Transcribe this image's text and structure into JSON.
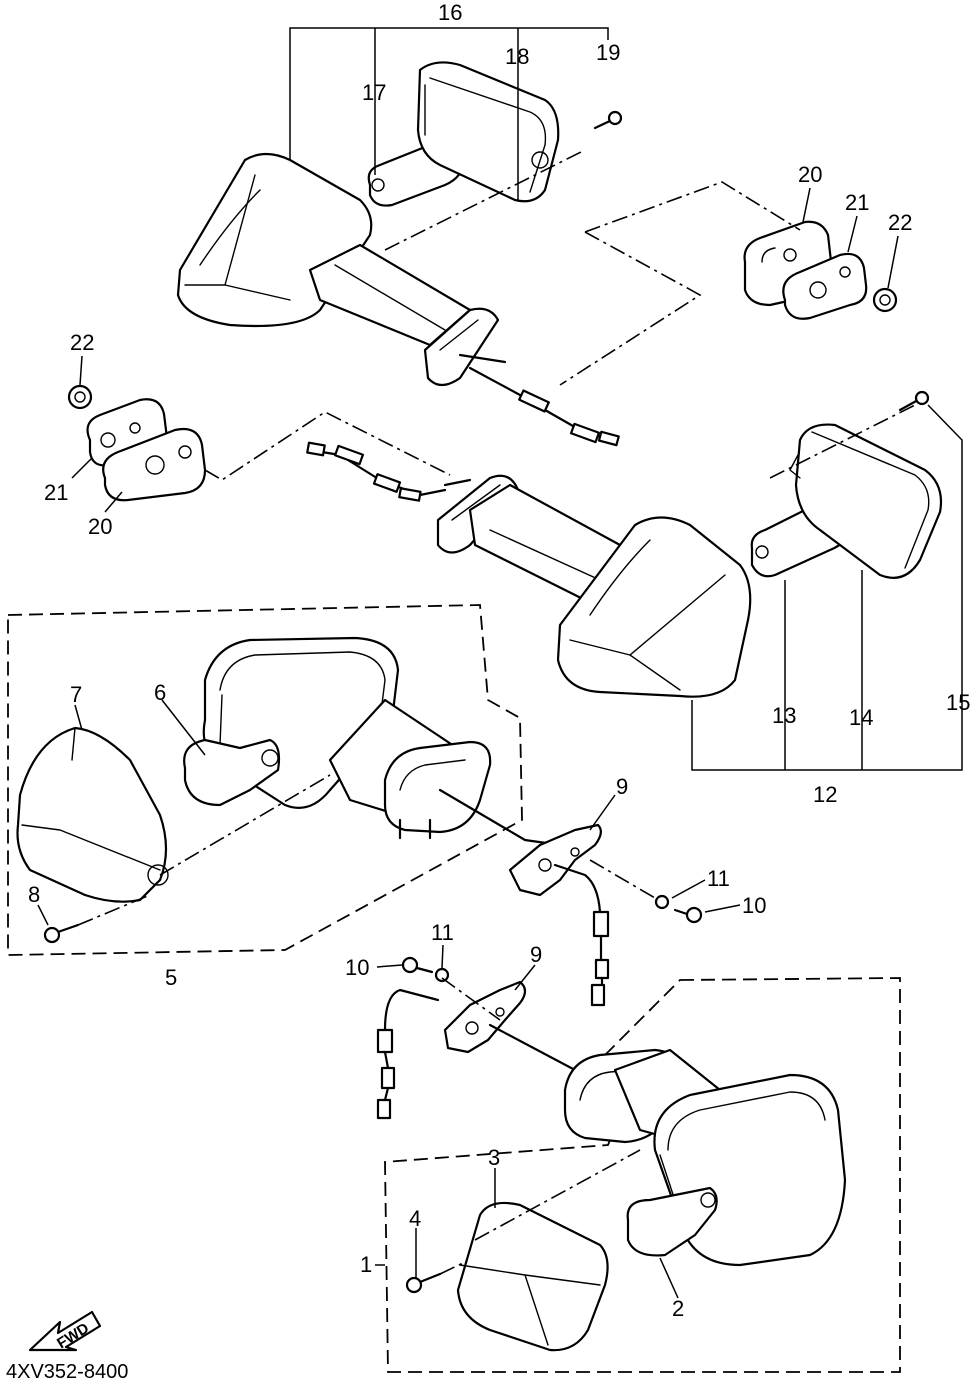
{
  "diagram": {
    "code": "4XV352-8400",
    "fwd_label": "FWD",
    "callouts": {
      "c1": "1",
      "c2": "2",
      "c3": "3",
      "c4": "4",
      "c5": "5",
      "c6": "6",
      "c7": "7",
      "c8": "8",
      "c9a": "9",
      "c9b": "9",
      "c10a": "10",
      "c10b": "10",
      "c11a": "11",
      "c11b": "11",
      "c12": "12",
      "c13": "13",
      "c14": "14",
      "c15": "15",
      "c16": "16",
      "c17": "17",
      "c18": "18",
      "c19": "19",
      "c20a": "20",
      "c20b": "20",
      "c21a": "21",
      "c21b": "21",
      "c22a": "22",
      "c22b": "22"
    }
  }
}
